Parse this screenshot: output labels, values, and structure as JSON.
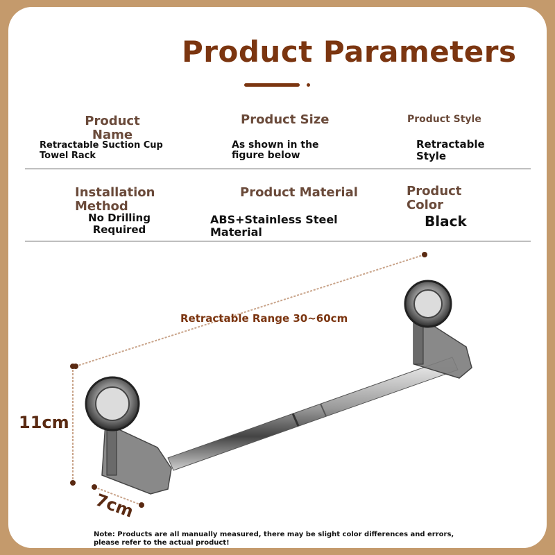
{
  "title": "Product Parameters",
  "params": {
    "name_label": "Product Name",
    "name_value": "Retractable Suction Cup Towel Rack",
    "size_label": "Product Size",
    "size_value": "As shown in the figure below",
    "style_label": "Product Style",
    "style_value": "Retractable Style",
    "install_label": "Installation Method",
    "install_value": "No Drilling Required",
    "material_label": "Product Material",
    "material_value": "ABS+Stainless Steel Material",
    "color_label": "Product Color",
    "color_value": "Black"
  },
  "diagram": {
    "range": "Retractable Range 30~60cm",
    "height": "11cm",
    "depth": "7cm"
  },
  "note": "Note: Products are all manually measured, there may be slight color differences and errors, please refer to the actual product!",
  "colors": {
    "accent": "#7b3510",
    "frame": "#c49a6c"
  }
}
